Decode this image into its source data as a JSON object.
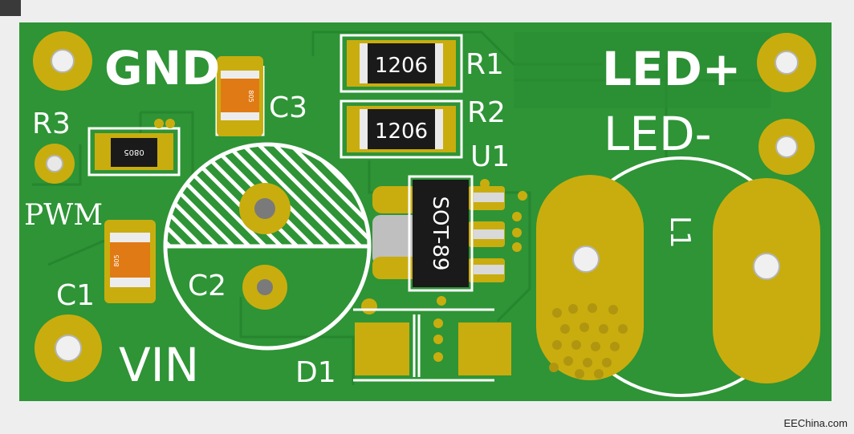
{
  "colors": {
    "board": "#2e9436",
    "board_dark": "#237a2a",
    "copper": "#c9ad0e",
    "silkscreen": "#ffffff",
    "resistor_body": "#1a1a1a",
    "capacitor_body": "#e07a14"
  },
  "labels": {
    "gnd": "GND",
    "vin": "VIN",
    "led_plus": "LED+",
    "led_minus": "LED-",
    "pwm": "PWM",
    "r1": "R1",
    "r2": "R2",
    "r3": "R3",
    "c1": "C1",
    "c2": "C2",
    "c3": "C3",
    "u1": "U1",
    "d1": "D1",
    "l1": "L1"
  },
  "parts": {
    "r1_code": "1206",
    "r2_code": "1206",
    "r3_code": "0805",
    "c1_code": "805",
    "c3_code": "805",
    "u1_package": "SOT-89"
  },
  "watermark": "EEChina.com"
}
